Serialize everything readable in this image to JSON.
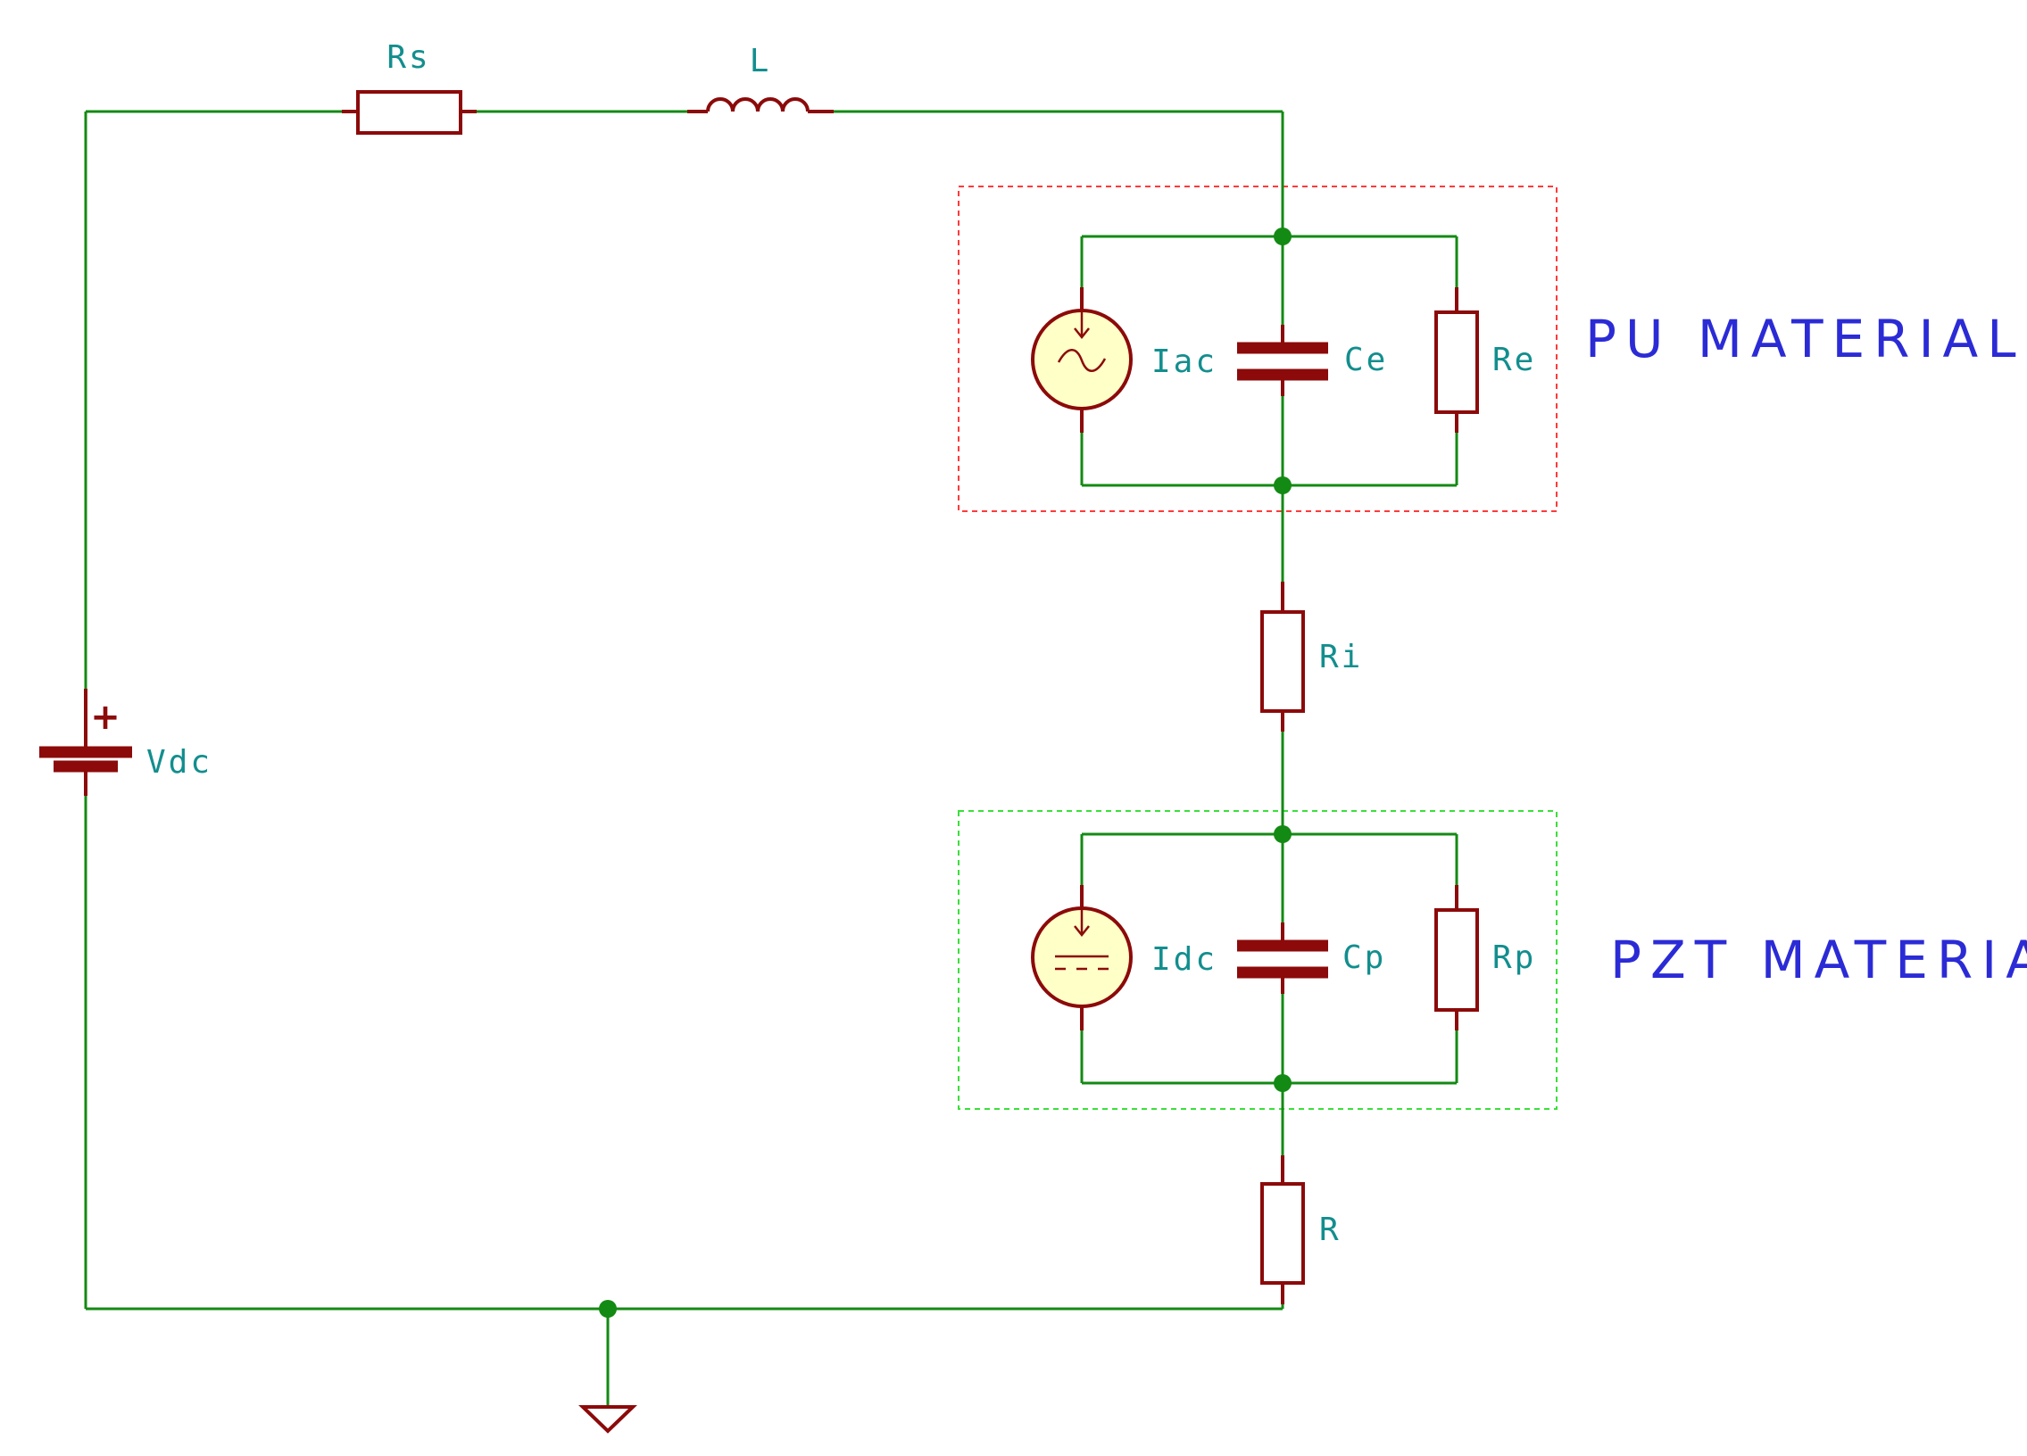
{
  "labels": {
    "rs": "Rs",
    "l": "L",
    "vdc": "Vdc",
    "vdc_polarity": "+",
    "iac": "Iac",
    "ce": "Ce",
    "re": "Re",
    "ri": "Ri",
    "idc": "Idc",
    "cp": "Cp",
    "rp": "Rp",
    "r": "R"
  },
  "regions": {
    "pu": "PU MATERIAL",
    "pzt": "PZT MATERIAL"
  },
  "colors": {
    "wire": "#138a13",
    "component": "#8c0a0a",
    "label": "#138e8e",
    "region_label": "#2b2bd6",
    "pu_frame": "#ff3a3a",
    "pzt_frame": "#3ae03a",
    "source_fill": "#ffffc8"
  },
  "icons": {
    "ac_source": "ac-current-source-icon",
    "dc_source": "dc-current-source-icon",
    "ground": "ground-icon",
    "battery": "battery-icon"
  }
}
